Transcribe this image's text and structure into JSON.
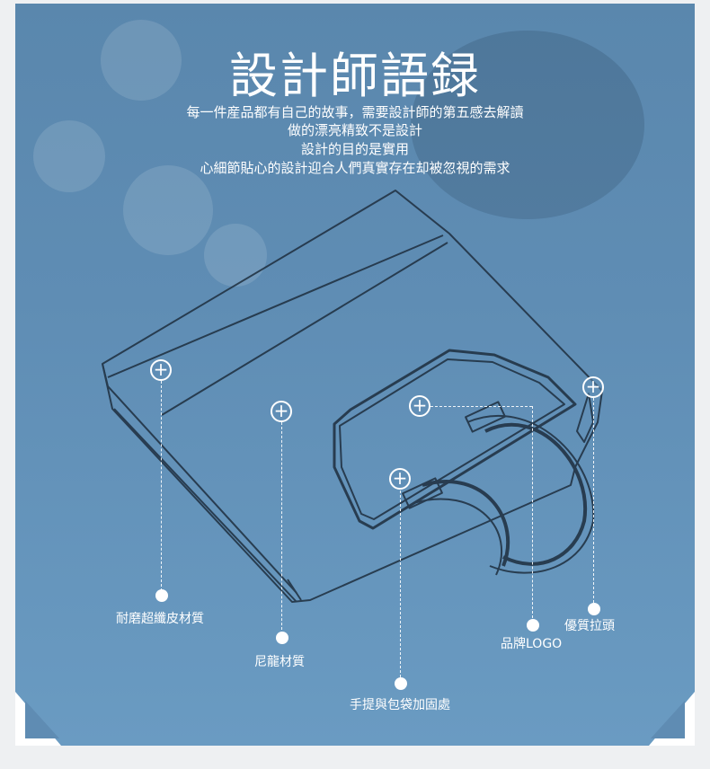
{
  "title": "設計師語録",
  "description": [
    "每一件産品都有自己的故事，需要設計師的第五感去解讀",
    "做的漂亮精致不是設計",
    "設計的目的是實用",
    "心細節貼心的設計迎合人們真實存在却被忽視的需求"
  ],
  "hotspots": {
    "leather": "耐磨超纖皮材質",
    "nylon": "尼龍材質",
    "handle": "手提與包袋加固處",
    "logo": "品牌LOGO",
    "zipper": "優質拉頭"
  },
  "icons": {
    "plus": "+"
  }
}
